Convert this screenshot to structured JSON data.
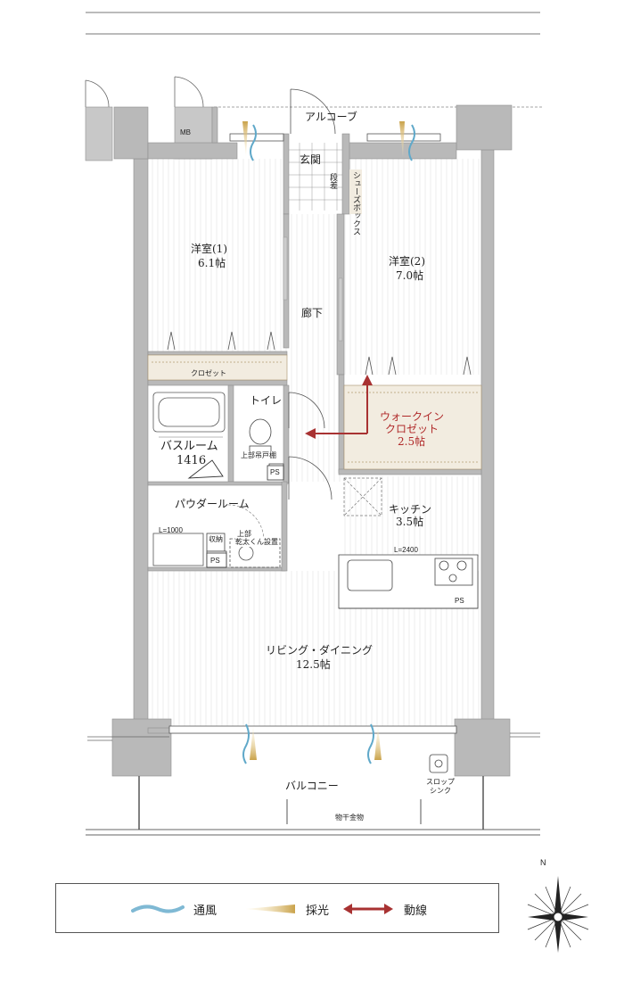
{
  "rooms": {
    "alcove": "アルコーブ",
    "mb": "MB",
    "entrance": "玄関",
    "shoe_box": "シューズボックス",
    "step": "段差",
    "bedroom1_name": "洋室(1)",
    "bedroom1_size": "6.1帖",
    "bedroom2_name": "洋室(2)",
    "bedroom2_size": "7.0帖",
    "hallway": "廊下",
    "closet": "クロゼット",
    "toilet": "トイレ",
    "toilet_note": "上部吊戸棚",
    "bathroom_name": "バスルーム",
    "bathroom_size": "1416",
    "powder_room": "パウダールーム",
    "vanity_length": "L=1000",
    "storage": "収納",
    "dryer_note1": "上部",
    "dryer_note2": "乾太くん設置",
    "ps": "PS",
    "walkin_name1": "ウォークイン",
    "walkin_name2": "クロゼット",
    "walkin_size": "2.5帖",
    "kitchen_name": "キッチン",
    "kitchen_size": "3.5帖",
    "kitchen_length": "L=2400",
    "living_name": "リビング・ダイニング",
    "living_size": "12.5帖",
    "balcony": "バルコニー",
    "slop_sink1": "スロップ",
    "slop_sink2": "シンク",
    "laundry_rack": "物干金物"
  },
  "legend": {
    "ventilation": "通風",
    "daylight": "採光",
    "circulation": "動線"
  },
  "compass": {
    "north": "N"
  },
  "colors": {
    "wall": "#b9b9b9",
    "floor_grain": "#dcdcdc",
    "closet_fill": "#f2ece0",
    "circulation": "#a83232",
    "ventilation": "#5fa8c9",
    "daylight": "#c9a24a"
  }
}
